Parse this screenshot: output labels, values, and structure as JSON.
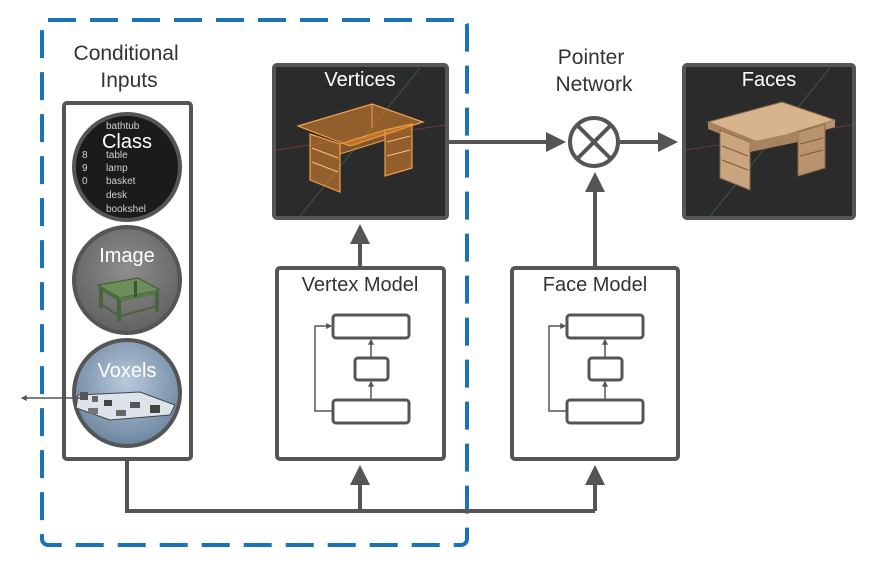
{
  "labels": {
    "conditional_inputs": [
      "Conditional",
      "Inputs"
    ],
    "pointer_network": [
      "Pointer",
      "Network"
    ],
    "vertices": "Vertices",
    "faces": "Faces",
    "vertex_model": "Vertex Model",
    "face_model": "Face Model",
    "class": "Class",
    "image": "Image",
    "voxels": "Voxels"
  },
  "class_list": [
    {
      "num": "",
      "name": "bathtub"
    },
    {
      "num": "8",
      "name": "table"
    },
    {
      "num": "9",
      "name": "lamp"
    },
    {
      "num": "0",
      "name": "basket"
    },
    {
      "num": "",
      "name": "desk"
    },
    {
      "num": "",
      "name": "bookshel"
    }
  ],
  "colors": {
    "dashed_border": "#1a73b8",
    "stroke": "#555555",
    "dark_panel": "#2b2b2b",
    "wire_orange": "#e8892b",
    "desk_tan": "#c9a47e",
    "image_bg": "#777777",
    "table_green": "#6b8e5a",
    "voxels_bg": "#8aa5c2"
  }
}
